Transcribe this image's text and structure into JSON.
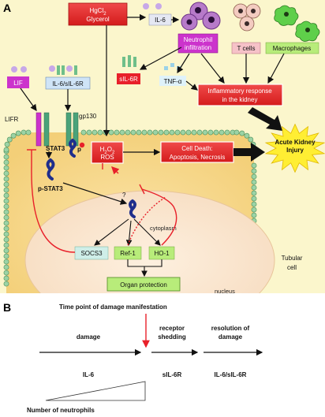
{
  "panel_a": {
    "label": "A",
    "hgcl2_line1": "HgCl",
    "hgcl2_sub": "2",
    "hgcl2_line2": "Glycerol",
    "il6": "IL-6",
    "neutrophil_line1": "Neutrophil",
    "neutrophil_line2": "infiltration",
    "t_cells": "T cells",
    "macrophages": "Macrophages",
    "sil6r": "sIL-6R",
    "tnfa": "TNF-α",
    "lif": "LIF",
    "il6_sil6r": "IL-6/sIL-6R",
    "inflam_line1": "Inflammatory response",
    "inflam_line2": "in the kidney",
    "lifr": "LIFR",
    "gp130": "gp130",
    "stat3": "STAT3",
    "p": "p",
    "h2o2_pre": "H",
    "h2o2_sub1": "2",
    "h2o2_mid": "O",
    "h2o2_sub2": "2",
    "ros": "ROS",
    "celldeath_line1": "Cell Death:",
    "celldeath_line2": "Apoptosis, Necrosis",
    "aki_line1": "Acute Kidney",
    "aki_line2": "Injury",
    "pstat3": "p-STAT3",
    "question": "?",
    "cytoplasm": "cytoplasm",
    "socs3": "SOCS3",
    "ref1": "Ref-1",
    "ho1": "HO-1",
    "organ": "Organ protection",
    "nucleus": "nucleus",
    "tubular_line1": "Tubular",
    "tubular_line2": "cell"
  },
  "panel_b": {
    "label": "B",
    "time_point": "Time point of damage manifestation",
    "damage": "damage",
    "receptor_line1": "receptor",
    "receptor_line2": "shedding",
    "resolution_line1": "resolution of",
    "resolution_line2": "damage",
    "il6": "IL-6",
    "sil6r": "sIL-6R",
    "il6_sil6r": "IL-6/sIL-6R",
    "neutrophils": "Number of neutrophils"
  },
  "colors": {
    "background_a": "#fbf6cc",
    "cell": "#f7d98b",
    "nucleus": "#fbe8cf",
    "red": "#e8202a",
    "teal_box": "#cfeee8",
    "green_box": "#b8ec7a",
    "purple": "#cc33cc",
    "membrane": "#8fc89a",
    "receptor_green": "#4aa37a",
    "stat_blue": "#1f2e8c",
    "aki_yellow": "#ffee33"
  }
}
